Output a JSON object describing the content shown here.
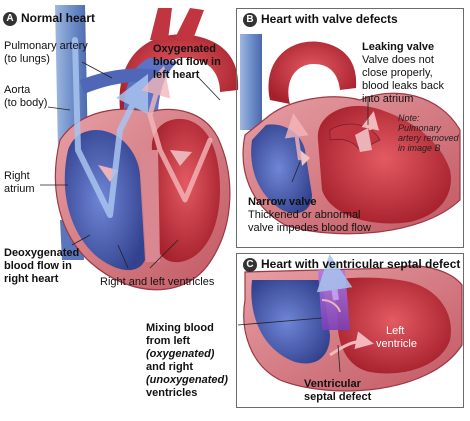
{
  "panels": {
    "a": {
      "badge": "A",
      "title": "Normal heart"
    },
    "b": {
      "badge": "B",
      "title": "Heart with valve defects"
    },
    "c": {
      "badge": "C",
      "title": "Heart with ventricular septal defect"
    }
  },
  "labels_a": {
    "pulmonary_artery": "Pulmonary artery",
    "pulmonary_artery_sub": "(to lungs)",
    "aorta": "Aorta",
    "aorta_sub": "(to body)",
    "right_atrium_1": "Right",
    "right_atrium_2": "atrium",
    "oxy_1": "Oxygenated",
    "oxy_2": "blood flow in",
    "oxy_3": "left heart",
    "deoxy_1": "Deoxygenated",
    "deoxy_2": "blood flow in",
    "deoxy_3": "right heart",
    "ventricles": "Right and left ventricles"
  },
  "labels_b": {
    "leaking_title": "Leaking valve",
    "leaking_1": "Valve does not",
    "leaking_2": "close properly,",
    "leaking_3": "blood leaks back",
    "leaking_4": "into atrium",
    "note_1": "Note:",
    "note_2": "Pulmonary",
    "note_3": "artery removed",
    "note_4": "in image B",
    "narrow_title": "Narrow valve",
    "narrow_1": "Thickened or abnormal",
    "narrow_2": "valve impedes blood flow"
  },
  "labels_c": {
    "mixing_1": "Mixing blood",
    "mixing_2": "from left",
    "mixing_3": "(oxygenated)",
    "mixing_4": "and right",
    "mixing_5": "(unoxygenated)",
    "mixing_6": "ventricles",
    "left_ventricle_1": "Left",
    "left_ventricle_2": "ventricle",
    "vsd_1": "Ventricular",
    "vsd_2": "septal defect"
  },
  "colors": {
    "oxygenated_red": "#c8323c",
    "deoxygenated_blue": "#4a5fb0",
    "muscle_pink": "#d8808a",
    "mixing_purple": "#8a4fc0",
    "panel_border": "#6b6b6b"
  }
}
